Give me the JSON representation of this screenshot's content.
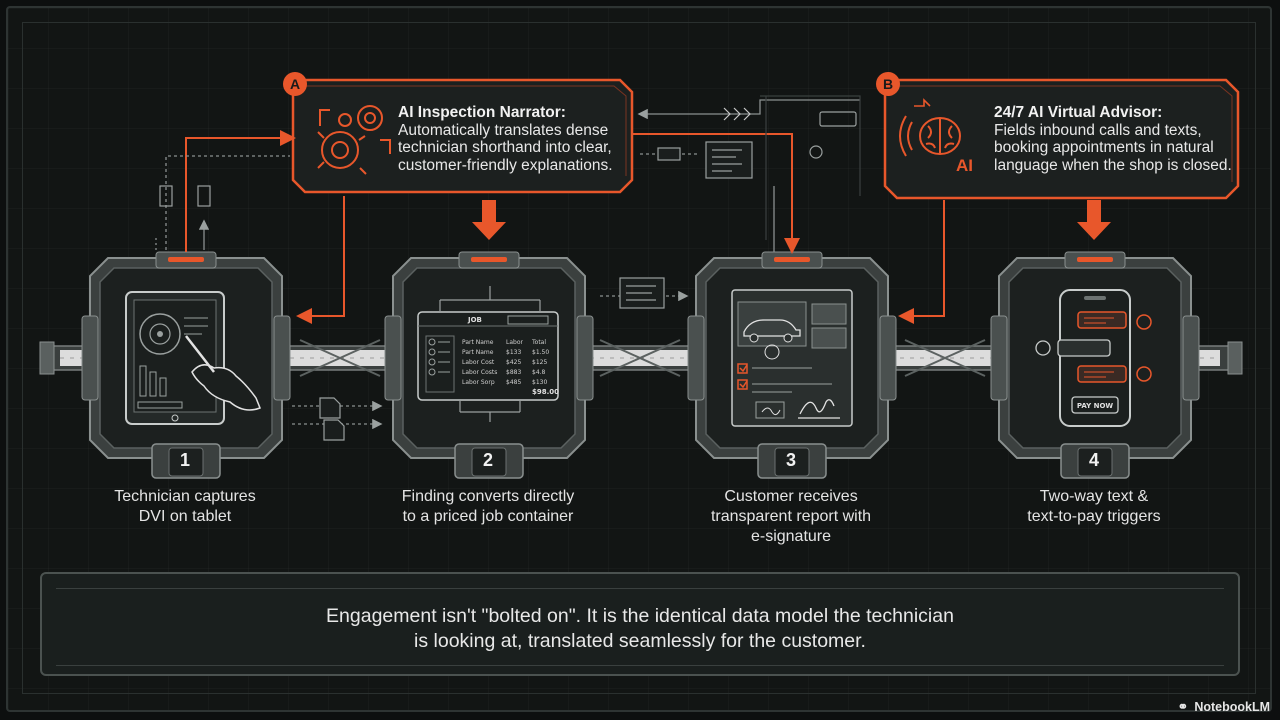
{
  "callouts": [
    {
      "letter": "A",
      "title": "AI Inspection Narrator:",
      "lines": [
        "Automatically translates dense",
        "technician shorthand into clear,",
        "customer-friendly explanations."
      ],
      "icon": "gears-magnifier-icon"
    },
    {
      "letter": "B",
      "title": "24/7 AI Virtual Advisor:",
      "lines": [
        "Fields inbound calls and texts,",
        "booking appointments in natural",
        "language when the shop is closed."
      ],
      "icon": "ai-brain-icon",
      "icon_text": "AI"
    }
  ],
  "steps": [
    {
      "number": "1",
      "label_lines": [
        "Technician captures",
        "DVI on tablet"
      ],
      "icon": "tablet-stylus-icon"
    },
    {
      "number": "2",
      "label_lines": [
        "Finding converts directly",
        "to a priced job container"
      ],
      "icon": "priced-job-container-icon",
      "screen": {
        "header": "JOB",
        "header_right": "",
        "rows": [
          [
            "Part Name",
            "Labor",
            "Total"
          ],
          [
            "Part Name",
            "$133",
            "$1.50"
          ],
          [
            "Labor Cost",
            "$425",
            "$125"
          ],
          [
            "Labor Costs",
            "$883",
            "$4.8"
          ],
          [
            "Labor Sorp",
            "$485",
            "$130"
          ]
        ],
        "total": "$98.00"
      }
    },
    {
      "number": "3",
      "label_lines": [
        "Customer receives",
        "transparent report with",
        "e-signature"
      ],
      "icon": "report-signature-icon"
    },
    {
      "number": "4",
      "label_lines": [
        "Two-way text &",
        "text-to-pay triggers"
      ],
      "icon": "phone-chat-icon",
      "pay_button": "PAY NOW"
    }
  ],
  "footer": {
    "lines": [
      "Engagement isn't \"bolted on\". It is the identical data model the technician",
      "is looking at, translated seamlessly for the customer."
    ]
  },
  "watermark": "NotebookLM",
  "colors": {
    "accent": "#e8572b",
    "panel": "#1c201f",
    "metal": "#6b7170",
    "bg": "#121514"
  }
}
